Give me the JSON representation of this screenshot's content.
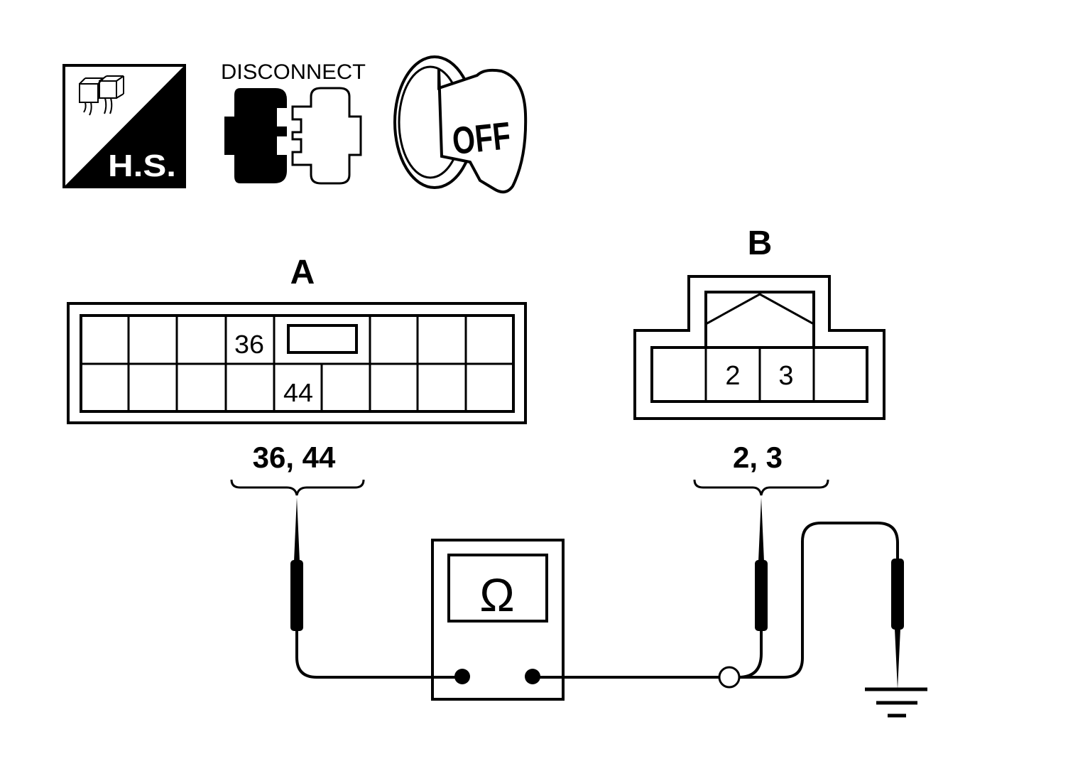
{
  "icons": {
    "harness_label": "H.S.",
    "disconnect_label": "DISCONNECT",
    "ignition_label": "OFF"
  },
  "connector_a": {
    "title": "A",
    "cell_labels": [
      "36",
      "44"
    ],
    "probe_label": "36, 44"
  },
  "connector_b": {
    "title": "B",
    "cell_labels": [
      "2",
      "3"
    ],
    "probe_label": "2, 3"
  },
  "meter": {
    "symbol": "Ω"
  }
}
